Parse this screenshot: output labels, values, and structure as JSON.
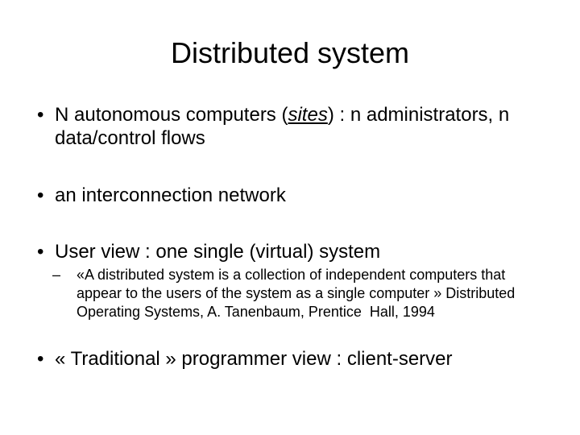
{
  "slide": {
    "colors": {
      "background": "#ffffff",
      "text": "#000000"
    },
    "title": "Distributed system",
    "bullet_char": "•",
    "sub_bullet_char": "–",
    "bullets": [
      {
        "prefix": "N autonomous computers (",
        "emphasis": "sites",
        "suffix": ") : n administrators, n data/control flows"
      },
      {
        "text": "an interconnection network"
      },
      {
        "text": "User view : one single (virtual) system"
      },
      {
        "text": "« Traditional » programmer view : client-server"
      }
    ],
    "quote": {
      "lines": [
        "«A distributed system is a collection of independent computers that",
        "appear to the users of the system as a single computer » Distributed",
        "Operating Systems, A. Tanenbaum, Prentice  Hall, 1994"
      ]
    }
  }
}
